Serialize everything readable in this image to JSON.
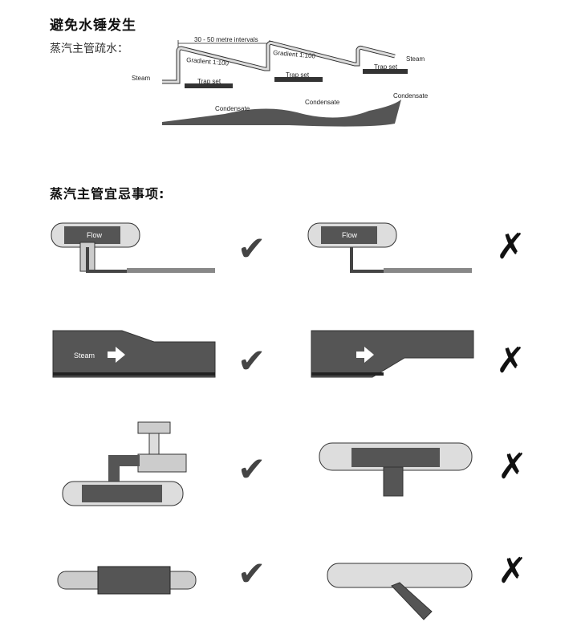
{
  "title": "避免水锤发生",
  "subtitle": "蒸汽主管疏水：",
  "section2": "蒸汽主管宜忌事项:",
  "top_diagram": {
    "interval": "30 - 50 metre intervals",
    "gradient": "Gradient 1:100",
    "steam": "Steam",
    "trap_set": "Trap set",
    "condensate": "Condensate"
  },
  "rows": [
    {
      "good_label": "Flow",
      "bad_label": "Flow",
      "good": "✔",
      "bad": "✗"
    },
    {
      "good_label": "Steam",
      "good": "✔",
      "bad": "✗"
    },
    {
      "good": "✔",
      "bad": "✗"
    },
    {
      "good": "✔",
      "bad": "✗"
    }
  ]
}
